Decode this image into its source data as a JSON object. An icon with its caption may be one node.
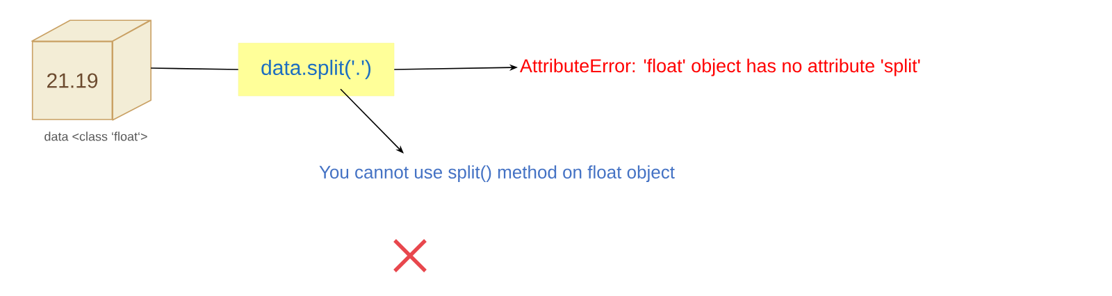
{
  "diagram": {
    "nodes": [
      {
        "text": [
          "21.19"
        ],
        "beside": [
          "data <class ‘float‘>"
        ]
      },
      {
        "text": [
          "data.split('.')"
        ]
      },
      {
        "text": [
          "AttributeError: 'float' object has no attribute 'split'"
        ]
      },
      {
        "text": [
          "You cannot use split() method on float object"
        ]
      }
    ],
    "edges": [
      {
        "from": 0,
        "to": 1,
        "arrow": "none"
      },
      {
        "from": 1,
        "to": 2,
        "arrow": "to"
      },
      {
        "from": 1,
        "to": 3,
        "arrow": "to"
      }
    ]
  }
}
